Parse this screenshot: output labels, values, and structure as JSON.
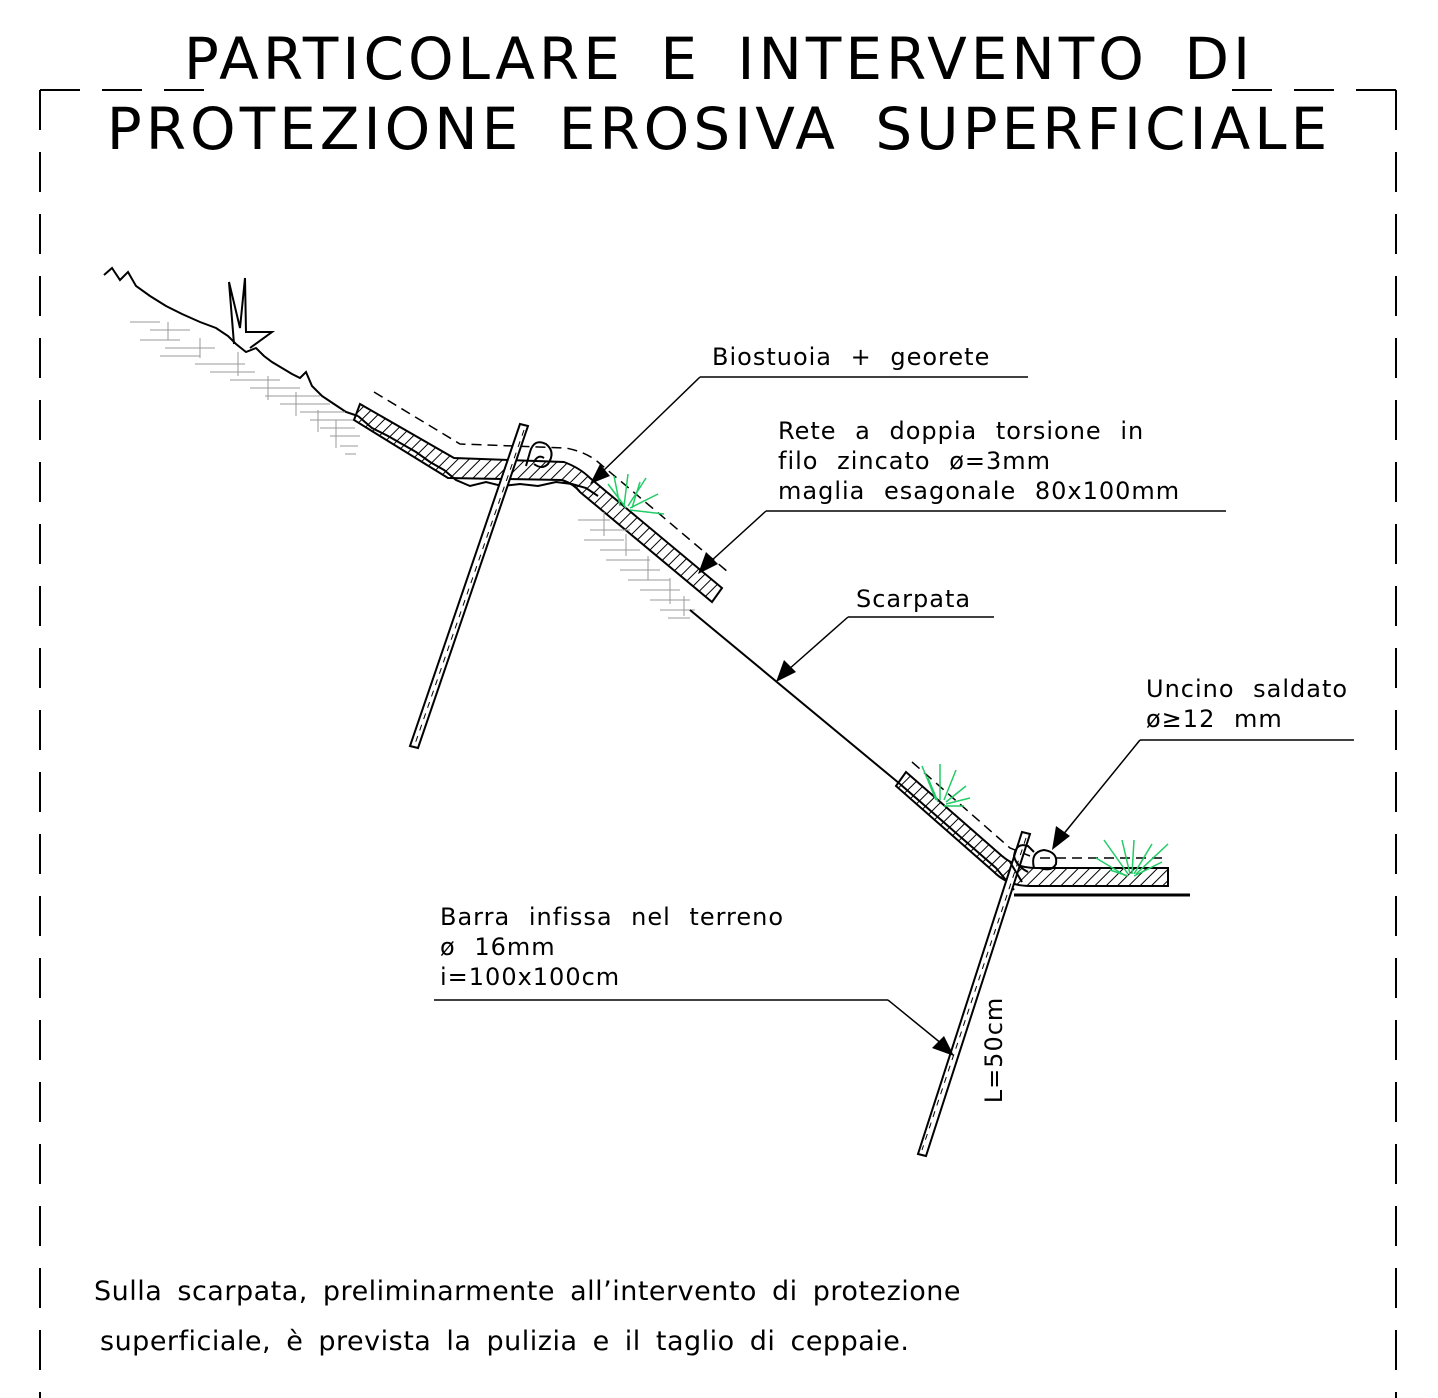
{
  "title": {
    "line1": "PARTICOLARE E INTERVENTO DI",
    "line2": "PROTEZIONE EROSIVA SUPERFICIALE"
  },
  "labels": {
    "biostuoia": "Biostuoia + georete",
    "rete_line1": "Rete a doppia torsione in",
    "rete_line2": "filo zincato ø=3mm",
    "rete_line3": "maglia esagonale 80x100mm",
    "scarpata": "Scarpata",
    "uncino_line1": "Uncino saldato",
    "uncino_line2": "ø≥12 mm",
    "barra_line1": "Barra infissa nel terreno",
    "barra_line2": "ø 16mm",
    "barra_line3": "i=100x100cm",
    "length": "L=50cm"
  },
  "note": {
    "line1": "Sulla scarpata, preliminarmente all’intervento di protezione",
    "line2": "superficiale, è prevista la pulizia e il taglio di ceppaie."
  },
  "colors": {
    "line": "#000000",
    "vegetation": "#22cc66",
    "background": "#ffffff"
  }
}
